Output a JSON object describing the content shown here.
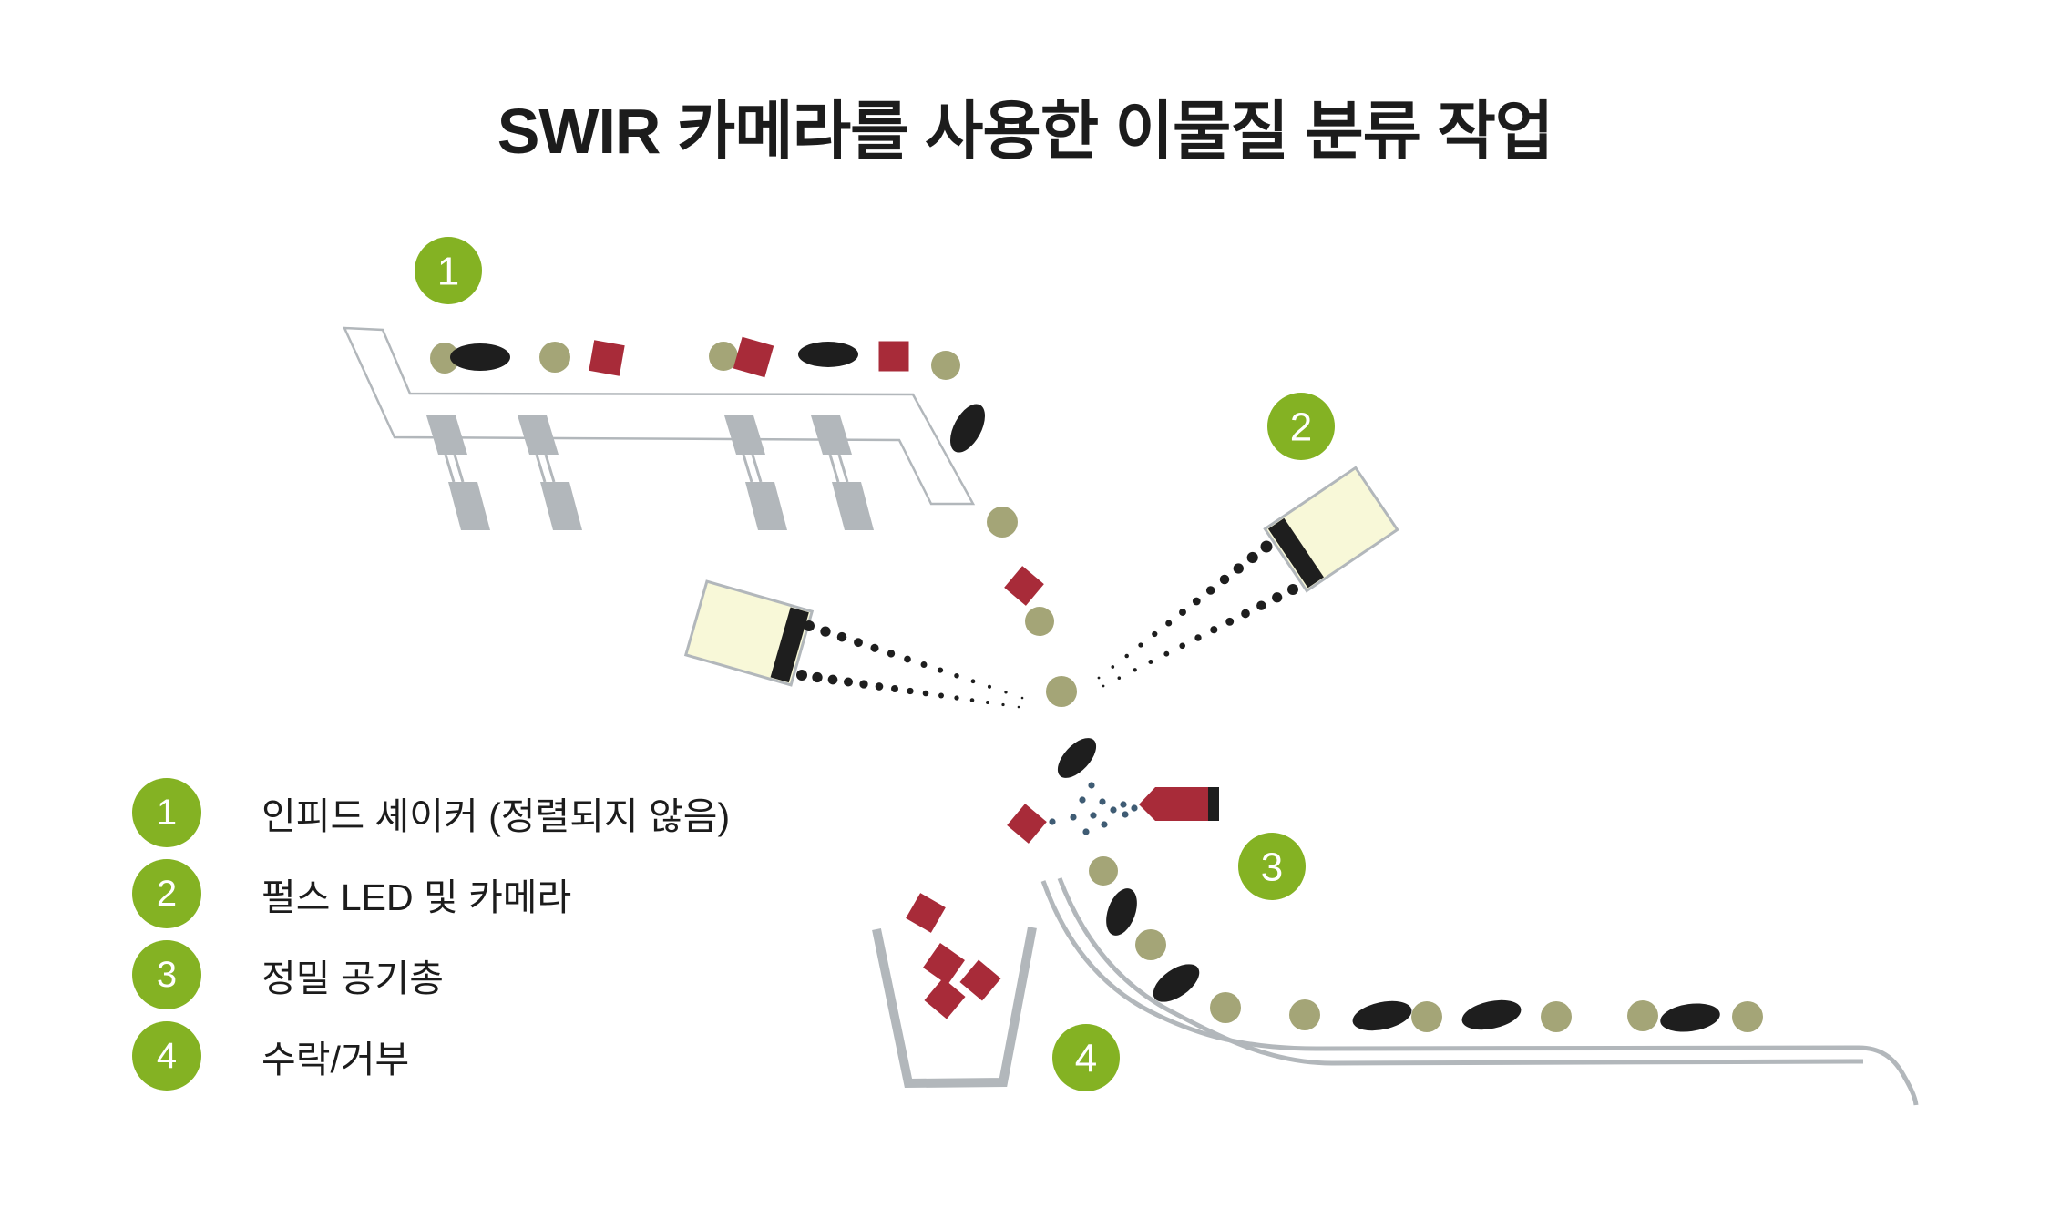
{
  "title": "SWIR 카메라를 사용한 이물질 분류 작업",
  "legend": {
    "items": [
      {
        "number": "1",
        "label": "인피드 셰이커 (정렬되지 않음)"
      },
      {
        "number": "2",
        "label": "펄스 LED 및 카메라"
      },
      {
        "number": "3",
        "label": "정밀 공기총"
      },
      {
        "number": "4",
        "label": "수락/거부"
      }
    ]
  },
  "markers": {
    "m1": "1",
    "m2": "2",
    "m3": "3",
    "m4": "4"
  },
  "colors": {
    "background": "#FFFFFF",
    "text": "#1C1C1C",
    "accent_green": "#84B223",
    "olive": "#A4A577",
    "black": "#1E1E1E",
    "red": "#A82B39",
    "structure_gray": "#B2B7BB",
    "spray_blue": "#3F5C74",
    "camera_cream": "#F8F8D8"
  }
}
